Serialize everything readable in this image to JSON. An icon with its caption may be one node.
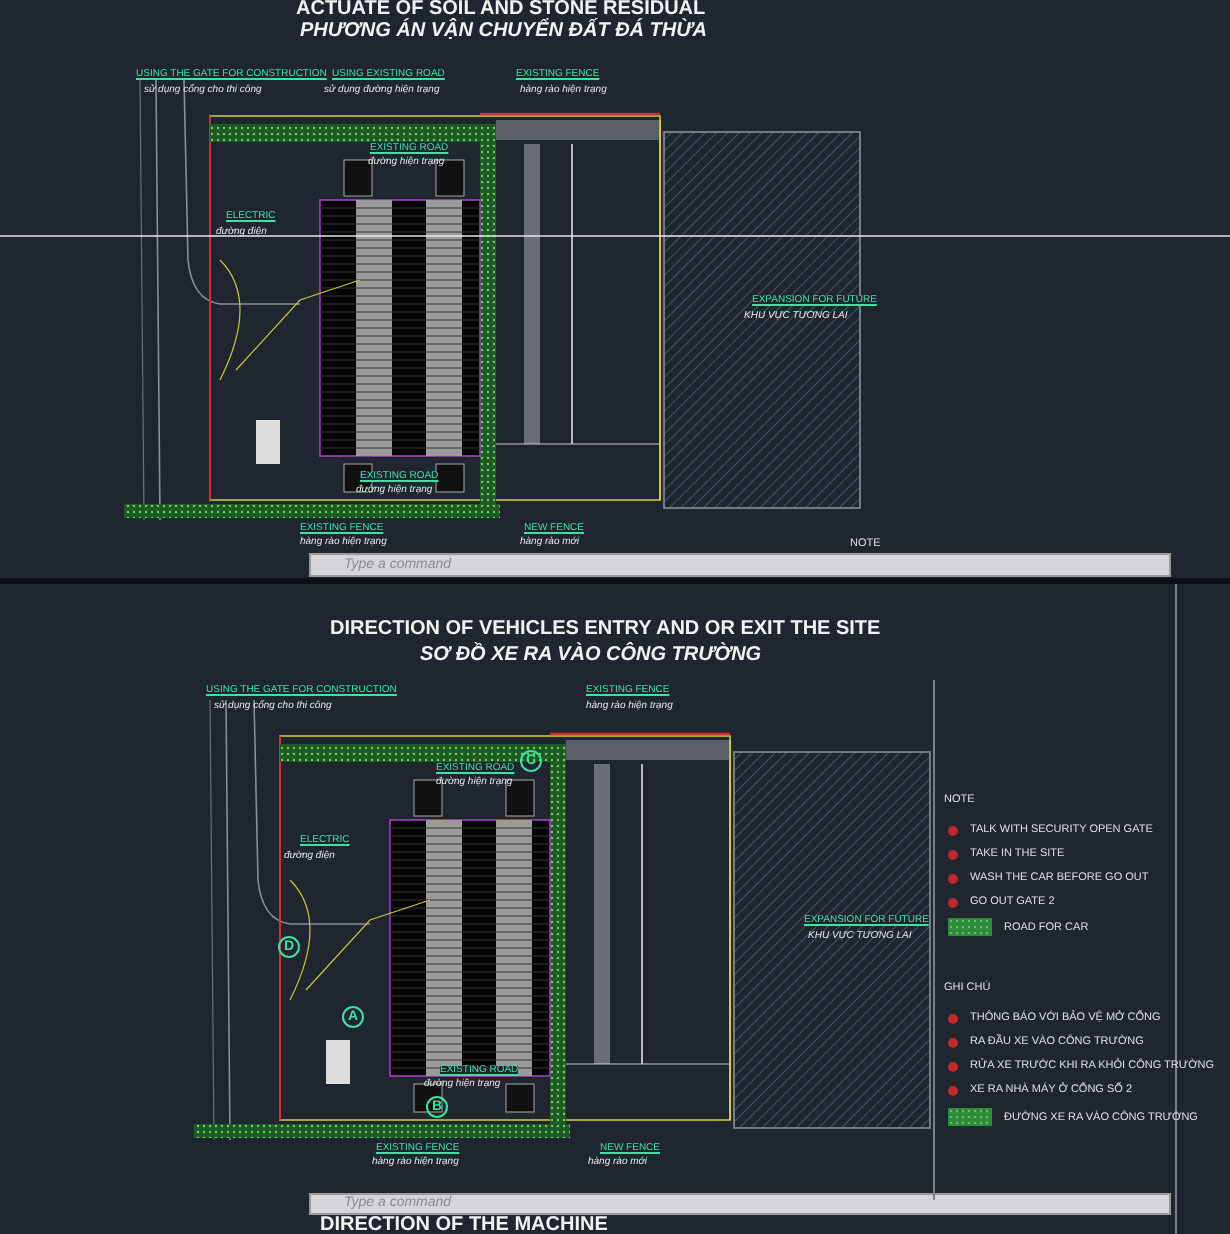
{
  "diagram": {
    "title": "ACTUATE OF SOIL AND STONE RESIDUAL",
    "labels": [
      "PHƯƠNG ÁN VẬN CHUYỂN ĐẤT ĐÁ THỪA",
      "USING THE GATE FOR CONSTRUCTION",
      "sử dụng cổng cho thi công",
      "USING EXISTING ROAD",
      "sử dụng đường hiện trạng",
      "EXISTING FENCE",
      "hàng rào hiện trạng",
      "EXISTING ROAD",
      "đường hiện trạng",
      "ELECTRIC",
      "đường điện",
      "EXPANSION FOR FUTURE",
      "KHU VỰC TƯƠNG LAI",
      "EXISTING ROAD",
      "đường hiện trạng",
      "EXISTING FENCE",
      "hàng rào hiện trạng",
      "NEW FENCE",
      "hàng rào mới",
      "NOTE",
      "Type a command",
      "DIRECTION OF VEHICLES ENTRY AND OR EXIT THE SITE",
      "SƠ ĐỒ XE RA VÀO CÔNG TRƯỜNG",
      "USING THE GATE FOR CONSTRUCTION",
      "sử dụng cổng cho thi công",
      "EXISTING FENCE",
      "hàng rào hiện trạng",
      "C",
      "EXISTING ROAD",
      "đường hiện trạng",
      "ELECTRIC",
      "đường điện",
      "EXPANSION FOR FUTURE",
      "KHU VỰC TƯƠNG LAI",
      "D",
      "A",
      "B",
      "EXISTING ROAD",
      "đường hiện trạng",
      "EXISTING FENCE",
      "hàng rào hiện trạng",
      "NEW FENCE",
      "hàng rào mới",
      "Type a command",
      "DIRECTION OF THE MACHINE",
      "NOTE",
      "GHI CHÚ"
    ],
    "legend": [
      {
        "text": "TALK WITH SECURITY OPEN GATE"
      },
      {
        "text": "TAKE IN THE SITE"
      },
      {
        "text": "WASH THE CAR BEFORE GO OUT"
      },
      {
        "text": "GO OUT GATE 2"
      },
      {
        "text": "ROAD FOR CAR",
        "color": "#2e8b3a"
      },
      {
        "text": "THÔNG BÁO VỚI BẢO VỆ MỞ CỔNG"
      },
      {
        "text": "RA ĐẦU XE VÀO CÔNG TRƯỜNG"
      },
      {
        "text": "RỬA XE TRƯỚC KHI RA KHỎI CÔNG TRƯỜNG"
      },
      {
        "text": "XE RA NHÀ MÁY Ở CỔNG SỐ 2"
      },
      {
        "text": "ĐƯỜNG XE RA VÀO CÔNG TRƯỜNG",
        "color": "#2e8b3a"
      }
    ]
  }
}
